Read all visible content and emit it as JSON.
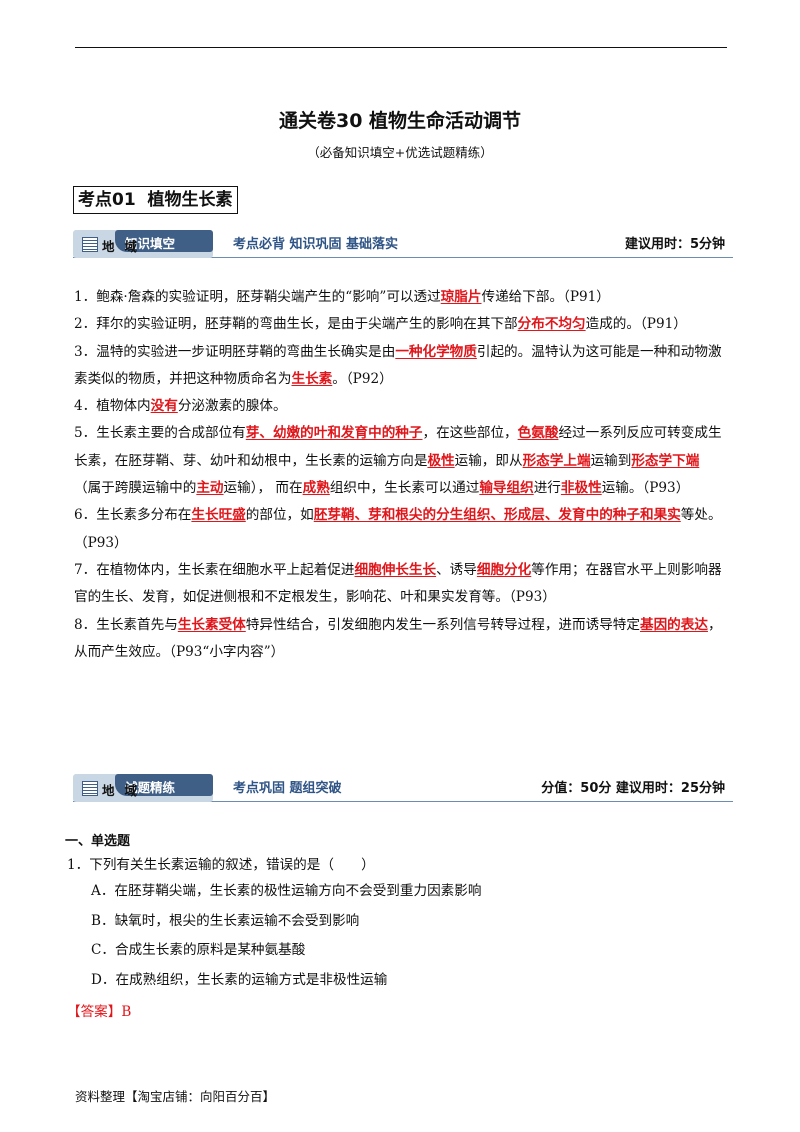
{
  "header": {
    "title": "通关卷30 植物生命活动调节",
    "subtitle": "（必备知识填空+优选试题精练）"
  },
  "section": {
    "label": "考点01",
    "name": "植物生长素"
  },
  "banner1": {
    "badge_label": "知识填空",
    "place": "地域",
    "middle": "考点必背  知识巩固  基础落实",
    "right": "建议用时：5分钟"
  },
  "items": [
    [
      {
        "t": "1．鲍森·詹森的实验证明，胚芽鞘尖端产生的“影响”可以透过"
      },
      {
        "t": "琼脂片",
        "hl": true
      },
      {
        "t": "传递给下部。（P91）"
      }
    ],
    [
      {
        "t": "2．拜尔的实验证明，胚芽鞘的弯曲生长，是由于尖端产生的影响在其下部"
      },
      {
        "t": "分布不均匀",
        "hl": true
      },
      {
        "t": "造成的。（P91）"
      }
    ],
    [
      {
        "t": "3．温特的实验进一步证明胚芽鞘的弯曲生长确实是由"
      },
      {
        "t": "一种化学物质",
        "hl": true
      },
      {
        "t": "引起的。温特认为这可能是一种和动物激素类似的物质，并把这种物质命名为"
      },
      {
        "t": "生长素",
        "hl": true
      },
      {
        "t": "。（P92）"
      }
    ],
    [
      {
        "t": "4．植物体内"
      },
      {
        "t": "没有",
        "hl": true
      },
      {
        "t": "分泌激素的腺体。"
      }
    ],
    [
      {
        "t": "5．生长素主要的合成部位有"
      },
      {
        "t": "芽、幼嫩的叶和发育中的种子",
        "hl": true
      },
      {
        "t": "，在这些部位，"
      },
      {
        "t": "色氨酸",
        "hl": true
      },
      {
        "t": "经过一系列反应可转变成生长素，在胚芽鞘、芽、幼叶和幼根中，生长素的运输方向是"
      },
      {
        "t": "极性",
        "hl": true
      },
      {
        "t": "运输，即从"
      },
      {
        "t": "形态学上端",
        "hl": true
      },
      {
        "t": "运输到"
      },
      {
        "t": "形态学下端",
        "hl": true
      },
      {
        "t": "（属于跨膜运输中的"
      },
      {
        "t": "主动",
        "hl": true
      },
      {
        "t": "运输），  而在"
      },
      {
        "t": "成熟",
        "hl": true
      },
      {
        "t": "组织中，生长素可以通过"
      },
      {
        "t": "输导组织",
        "hl": true
      },
      {
        "t": "进行"
      },
      {
        "t": "非极性",
        "hl": true
      },
      {
        "t": "运输。（P93）"
      }
    ],
    [
      {
        "t": "6．生长素多分布在"
      },
      {
        "t": "生长旺盛",
        "hl": true
      },
      {
        "t": "的部位，如"
      },
      {
        "t": "胚芽鞘、芽和根尖的分生组织、形成层、发育中的种子和果实",
        "hl": true
      },
      {
        "t": "等处。（P93）"
      }
    ],
    [
      {
        "t": "7．在植物体内，生长素在细胞水平上起着促进"
      },
      {
        "t": "细胞伸长生长",
        "hl": true
      },
      {
        "t": "、诱导"
      },
      {
        "t": "细胞分化",
        "hl": true
      },
      {
        "t": "等作用；在器官水平上则影响器官的生长、发育，如促进侧根和不定根发生，影响花、叶和果实发育等。（P93）"
      }
    ],
    [
      {
        "t": "8．生长素首先与"
      },
      {
        "t": "生长素受体",
        "hl": true
      },
      {
        "t": "特异性结合，引发细胞内发生一系列信号转导过程，进而诱导特定"
      },
      {
        "t": "基因的表达",
        "hl": true
      },
      {
        "t": "，从而产生效应。（P93“小字内容”）"
      }
    ]
  ],
  "banner2": {
    "badge_label": "试题精练",
    "place": "地域",
    "middle": "考点巩固  题组突破",
    "right": "分值：50分    建议用时：25分钟"
  },
  "quiz": {
    "heading": "一、单选题",
    "question": "1．下列有关生长素运输的叙述，错误的是（　　）",
    "options": [
      "A．在胚芽鞘尖端，生长素的极性运输方向不会受到重力因素影响",
      "B．缺氧时，根尖的生长素运输不会受到影响",
      "C．合成生长素的原料是某种氨基酸",
      "D．在成熟组织，生长素的运输方式是非极性运输"
    ],
    "answer": "【答案】B"
  },
  "footer": "资料整理【淘宝店铺：向阳百分百】",
  "colors": {
    "highlight": "#e0161b",
    "banner_blue": "#3f5f87",
    "banner_light": "#c9d6e4",
    "banner_text": "#2f5486"
  }
}
